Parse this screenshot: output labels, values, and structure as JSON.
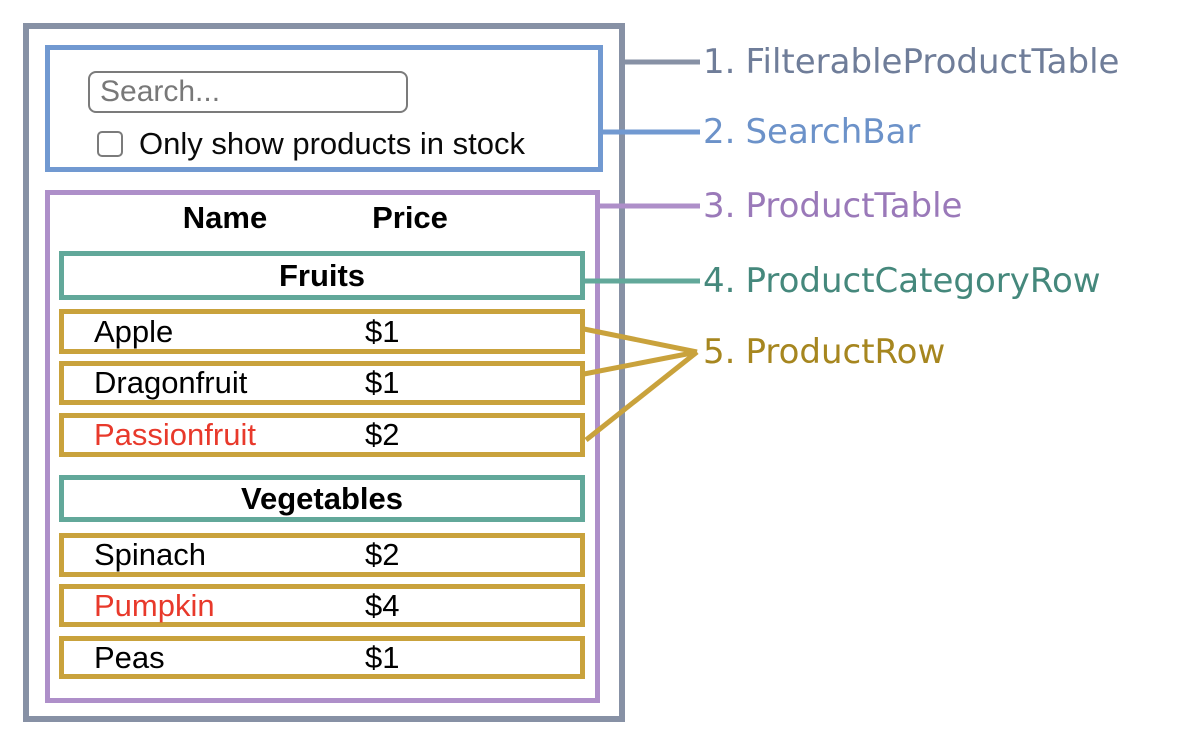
{
  "diagram": {
    "search_bar": {
      "input_placeholder": "Search...",
      "checkbox_checked": false,
      "checkbox_label": "Only show products in stock"
    },
    "table": {
      "headers": {
        "name": "Name",
        "price": "Price"
      },
      "rows": [
        {
          "kind": "category",
          "label": "Fruits"
        },
        {
          "kind": "product",
          "name": "Apple",
          "price": "$1",
          "stocked": true
        },
        {
          "kind": "product",
          "name": "Dragonfruit",
          "price": "$1",
          "stocked": true
        },
        {
          "kind": "product",
          "name": "Passionfruit",
          "price": "$2",
          "stocked": false
        },
        {
          "kind": "category",
          "label": "Vegetables"
        },
        {
          "kind": "product",
          "name": "Spinach",
          "price": "$2",
          "stocked": true
        },
        {
          "kind": "product",
          "name": "Pumpkin",
          "price": "$4",
          "stocked": false
        },
        {
          "kind": "product",
          "name": "Peas",
          "price": "$1",
          "stocked": true
        }
      ]
    }
  },
  "legend": {
    "items": [
      {
        "number": "1.",
        "name": "FilterableProductTable",
        "color": "#6f7d99"
      },
      {
        "number": "2.",
        "name": "SearchBar",
        "color": "#6c92c9"
      },
      {
        "number": "3.",
        "name": "ProductTable",
        "color": "#9a79b9"
      },
      {
        "number": "4.",
        "name": "ProductCategoryRow",
        "color": "#45887c"
      },
      {
        "number": "5.",
        "name": "ProductRow",
        "color": "#a6861f"
      }
    ]
  },
  "colors": {
    "outline_filterable_product_table": "#8791a5",
    "outline_search_bar": "#7199d1",
    "outline_product_table": "#ae8fc9",
    "outline_product_category_row": "#62a89a",
    "outline_product_row": "#c9a23c",
    "out_of_stock_text": "#e8392b"
  }
}
